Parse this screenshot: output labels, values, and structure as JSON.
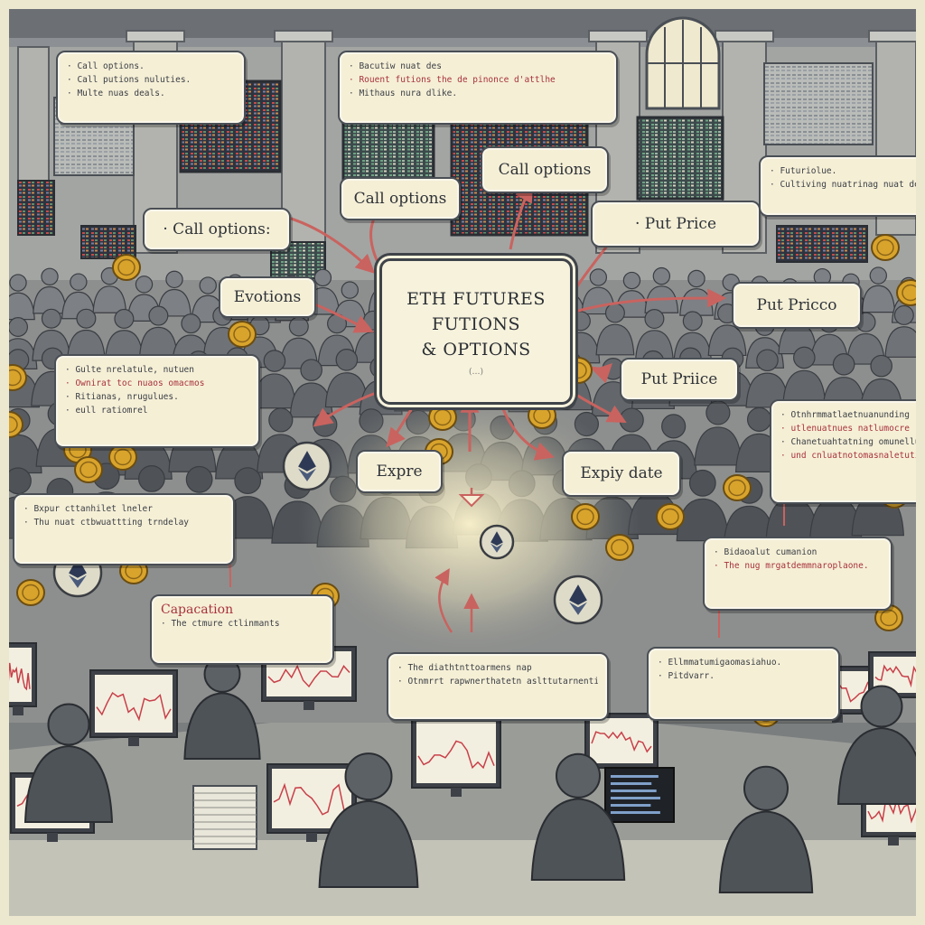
{
  "center": {
    "line1": "ETH FUTURES",
    "line2": "FUTIONS",
    "line3": "& OPTIONS",
    "sub": "(…)"
  },
  "labels": {
    "call_options_top": "Call options",
    "call_options_left": "Call options",
    "call_options_dash": "· Call options:",
    "put_price_top": "· Put   Price",
    "put_price_right": "Put Pricco",
    "put_price_mid": "Put Priice",
    "evtions": "Evotions",
    "expre": "Expre",
    "expiry_date": "Expiy date"
  },
  "notes": {
    "top_left": [
      "· Call options.",
      "· Call putions nuluties.",
      "· Multe nuas deals."
    ],
    "top_center": [
      "· Bacutiw nuat des",
      "· Rouent futions the de pinonce d'attlhe",
      "· Mithaus nura dlike."
    ],
    "top_right": [
      "· Futuriolue.",
      "· Cultiving nuatrinag nuat des."
    ],
    "mid_left": [
      "· Gulte nrelatule, nutuen",
      "· Ownirat toc nuaos omacmos",
      "· Ritianas, nrugulues.",
      "· eull ratiomrel"
    ],
    "left_low": [
      "· Bxpur cttanhilet lneler",
      "· Thu nuat ctbwuattting trndelay"
    ],
    "capacation_title": "Capacation",
    "capacation_line": "· The ctmure ctlinmants",
    "right_mid": [
      "· Otnhrmmatlaetnuanunding",
      "· utlenuatnues natlumocre",
      "· Chanetuahtatning omunelluf",
      "· und cnluatnotomasnaletutif"
    ],
    "right_low": [
      "· Bidaoalut cumanion",
      "· The nug mrgatdemmnaroplaone."
    ],
    "bottom_center": [
      "· The diathtnttoarmens nap",
      "· Otnmrrt rapwnerthatetn aslttutarnenting"
    ],
    "bottom_right": [
      "· Ellmmatumigaomasiahuo.",
      "· Pitdvarr."
    ]
  },
  "colors": {
    "paper": "#f5efd6",
    "ink": "#3a3e44",
    "accent_red": "#a8323d",
    "arrow": "#c9635f",
    "coin": "#d9a42c",
    "screen": "#f3efe0",
    "chart_red": "#c8404a"
  },
  "icons": [
    "ethereum-icon",
    "coin-icon",
    "arrow-icon",
    "monitor-icon",
    "trader-icon"
  ]
}
